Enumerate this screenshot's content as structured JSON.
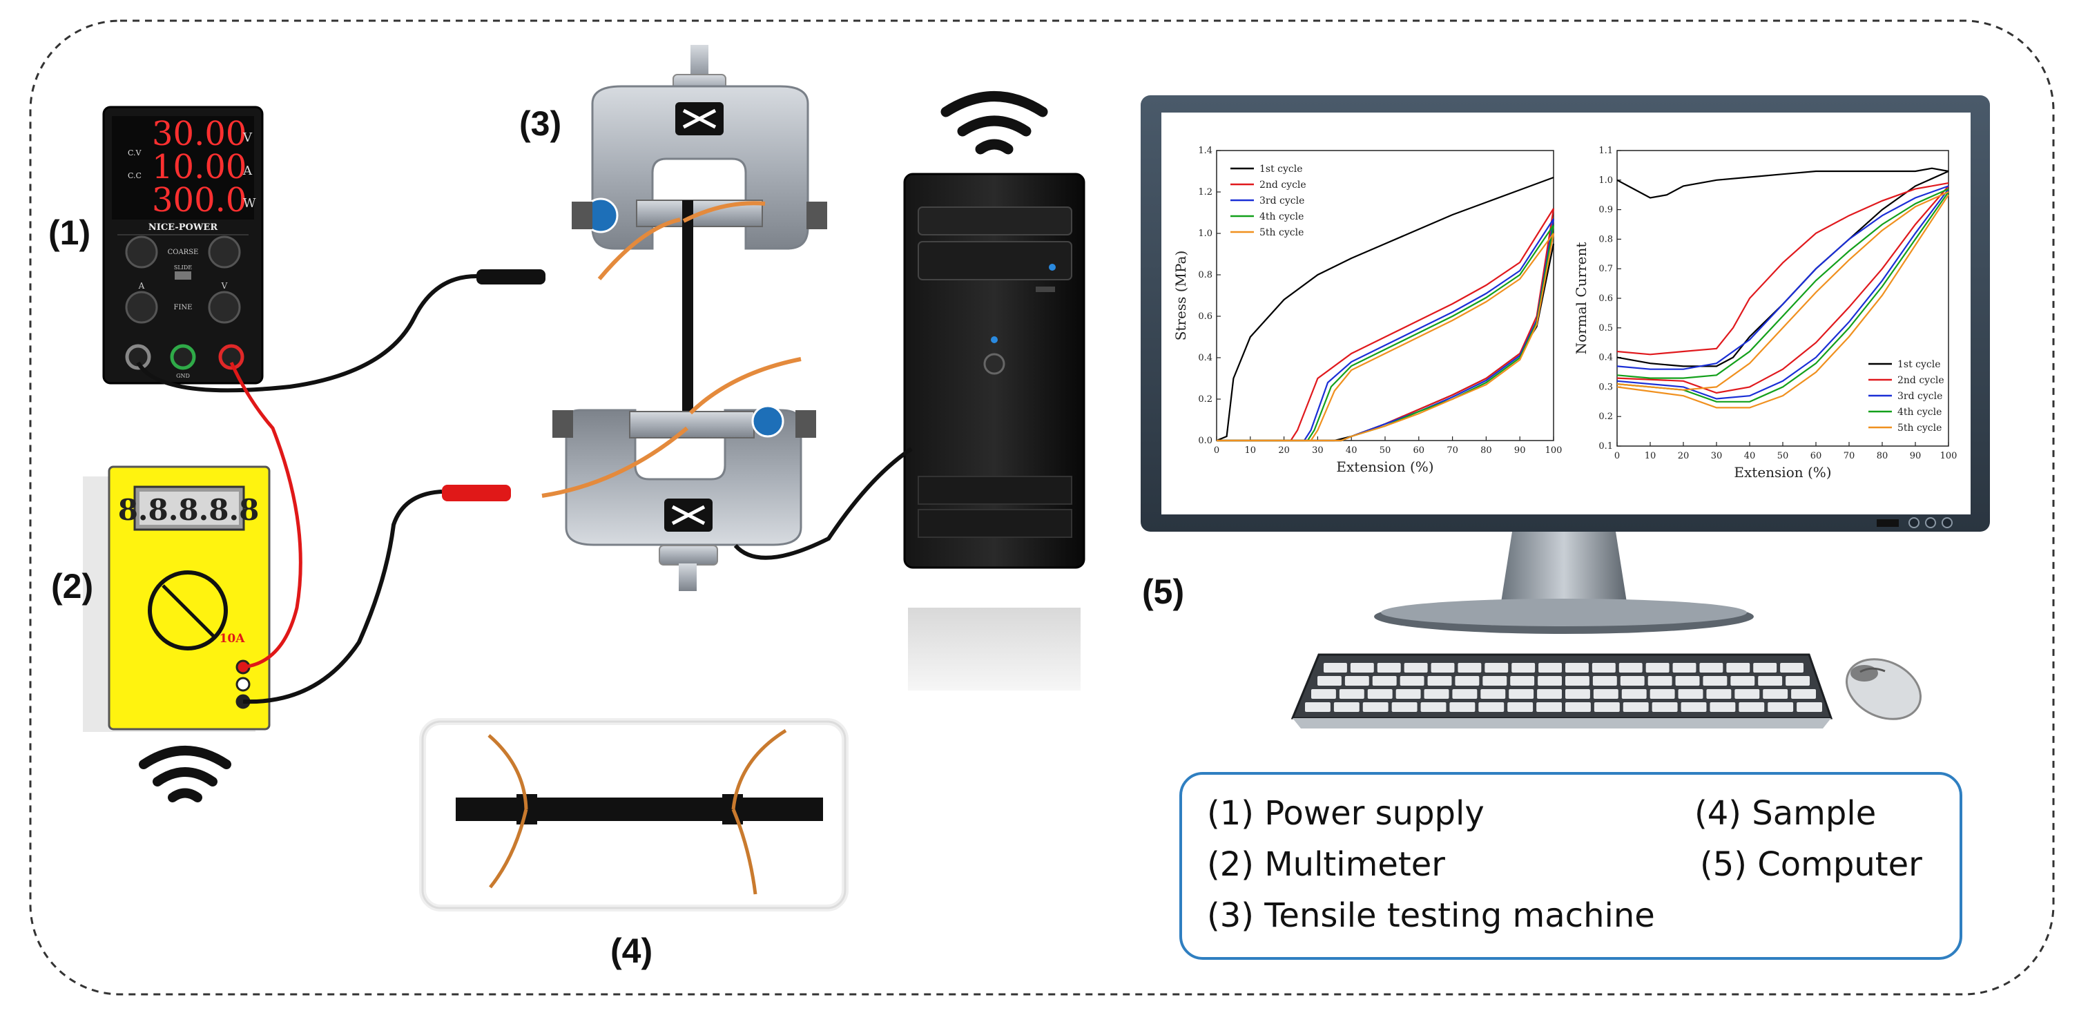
{
  "labels": {
    "power_supply": "(1)",
    "multimeter": "(2)",
    "tensile_machine": "(3)",
    "sample": "(4)",
    "computer": "(5)"
  },
  "power_supply": {
    "readouts": [
      {
        "value": "30.00",
        "unit": "V",
        "tag": "C.V"
      },
      {
        "value": "10.00",
        "unit": "A",
        "tag": "C.C"
      },
      {
        "value": "300.0",
        "unit": "W",
        "tag": ""
      }
    ],
    "brand": "NICE-POWER",
    "coarse_label": "COARSE",
    "fine_label": "FINE",
    "knob_left_label": "A",
    "knob_right_label": "V",
    "switch_label": "SLIDE",
    "gnd_label": "GND"
  },
  "multimeter": {
    "display": "8.8.8.8.8",
    "port_label": "10A"
  },
  "legend": {
    "items": [
      "(1) Power supply",
      "(4) Sample",
      "(2) Multimeter",
      "(5) Computer",
      "(3) Tensile testing machine"
    ]
  },
  "chart_data": [
    {
      "type": "line",
      "xlabel": "Extension (%)",
      "ylabel": "Stress (MPa)",
      "xlim": [
        0,
        100
      ],
      "ylim": [
        0,
        1.4
      ],
      "xticks": [
        0,
        10,
        20,
        30,
        40,
        50,
        60,
        70,
        80,
        90,
        100
      ],
      "yticks": [
        0.0,
        0.2,
        0.4,
        0.6,
        0.8,
        1.0,
        1.2,
        1.4
      ],
      "legend_position": "top-left",
      "series": [
        {
          "name": "1st cycle",
          "color": "#000000",
          "loading": {
            "x": [
              0,
              3,
              5,
              10,
              20,
              30,
              40,
              50,
              60,
              70,
              80,
              90,
              100
            ],
            "y": [
              0.0,
              0.02,
              0.3,
              0.5,
              0.68,
              0.8,
              0.88,
              0.95,
              1.02,
              1.09,
              1.15,
              1.21,
              1.27
            ]
          },
          "unloading": {
            "x": [
              100,
              95,
              90,
              80,
              70,
              60,
              50,
              40,
              35,
              0
            ],
            "y": [
              0.95,
              0.55,
              0.42,
              0.3,
              0.22,
              0.15,
              0.08,
              0.02,
              0.0,
              0.0
            ]
          }
        },
        {
          "name": "2nd cycle",
          "color": "#e0191d",
          "loading": {
            "x": [
              0,
              22,
              24,
              30,
              40,
              50,
              60,
              70,
              80,
              90,
              100
            ],
            "y": [
              0.0,
              0.0,
              0.05,
              0.3,
              0.42,
              0.5,
              0.58,
              0.66,
              0.75,
              0.86,
              1.12
            ]
          },
          "unloading": {
            "x": [
              100,
              95,
              90,
              80,
              70,
              60,
              50,
              40,
              37,
              0
            ],
            "y": [
              1.12,
              0.6,
              0.42,
              0.3,
              0.22,
              0.15,
              0.08,
              0.02,
              0.0,
              0.0
            ]
          }
        },
        {
          "name": "3rd cycle",
          "color": "#1a2fd6",
          "loading": {
            "x": [
              0,
              26,
              28,
              33,
              40,
              50,
              60,
              70,
              80,
              90,
              100
            ],
            "y": [
              0.0,
              0.0,
              0.05,
              0.28,
              0.38,
              0.46,
              0.54,
              0.62,
              0.71,
              0.82,
              1.07
            ]
          },
          "unloading": {
            "x": [
              100,
              95,
              90,
              80,
              70,
              60,
              50,
              40,
              37,
              0
            ],
            "y": [
              1.07,
              0.58,
              0.41,
              0.29,
              0.21,
              0.14,
              0.08,
              0.02,
              0.0,
              0.0
            ]
          }
        },
        {
          "name": "4th cycle",
          "color": "#13a01b",
          "loading": {
            "x": [
              0,
              27,
              29,
              34,
              40,
              50,
              60,
              70,
              80,
              90,
              100
            ],
            "y": [
              0.0,
              0.0,
              0.05,
              0.26,
              0.36,
              0.44,
              0.52,
              0.6,
              0.69,
              0.8,
              1.04
            ]
          },
          "unloading": {
            "x": [
              100,
              95,
              90,
              80,
              70,
              60,
              50,
              40,
              37,
              0
            ],
            "y": [
              1.04,
              0.57,
              0.4,
              0.28,
              0.2,
              0.14,
              0.07,
              0.02,
              0.0,
              0.0
            ]
          }
        },
        {
          "name": "5th cycle",
          "color": "#f0901e",
          "loading": {
            "x": [
              0,
              28,
              30,
              35,
              40,
              50,
              60,
              70,
              80,
              90,
              100
            ],
            "y": [
              0.0,
              0.0,
              0.05,
              0.24,
              0.34,
              0.42,
              0.5,
              0.58,
              0.67,
              0.78,
              1.0
            ]
          },
          "unloading": {
            "x": [
              100,
              95,
              90,
              80,
              70,
              60,
              50,
              40,
              37,
              0
            ],
            "y": [
              1.0,
              0.56,
              0.39,
              0.27,
              0.2,
              0.13,
              0.07,
              0.02,
              0.0,
              0.0
            ]
          }
        }
      ]
    },
    {
      "type": "line",
      "xlabel": "Extension (%)",
      "ylabel": "Normal Current",
      "xlim": [
        0,
        100
      ],
      "ylim": [
        0.1,
        1.1
      ],
      "xticks": [
        0,
        10,
        20,
        30,
        40,
        50,
        60,
        70,
        80,
        90,
        100
      ],
      "yticks": [
        0.1,
        0.2,
        0.3,
        0.4,
        0.5,
        0.6,
        0.7,
        0.8,
        0.9,
        1.0,
        1.1
      ],
      "legend_position": "bottom-right",
      "series": [
        {
          "name": "1st cycle",
          "color": "#000000",
          "x": [
            0,
            5,
            10,
            15,
            20,
            30,
            40,
            50,
            60,
            70,
            80,
            90,
            95,
            100
          ],
          "y": [
            1.0,
            0.97,
            0.94,
            0.95,
            0.98,
            1.0,
            1.01,
            1.02,
            1.03,
            1.03,
            1.03,
            1.03,
            1.04,
            1.03
          ]
        },
        {
          "name": "1st cycle",
          "color": "#000000",
          "x": [
            0,
            10,
            20,
            30,
            35,
            40,
            50,
            60,
            70,
            80,
            90,
            100
          ],
          "y": [
            0.4,
            0.38,
            0.37,
            0.37,
            0.4,
            0.47,
            0.58,
            0.7,
            0.8,
            0.9,
            0.98,
            1.03
          ]
        },
        {
          "name": "2nd cycle",
          "color": "#e0191d",
          "x": [
            0,
            10,
            20,
            30,
            35,
            40,
            50,
            60,
            70,
            80,
            90,
            100
          ],
          "y": [
            0.42,
            0.41,
            0.42,
            0.43,
            0.5,
            0.6,
            0.72,
            0.82,
            0.88,
            0.93,
            0.97,
            0.99
          ]
        },
        {
          "name": "2nd cycle",
          "color": "#e0191d",
          "x": [
            0,
            20,
            30,
            40,
            50,
            60,
            70,
            80,
            90,
            100
          ],
          "y": [
            0.33,
            0.32,
            0.28,
            0.3,
            0.36,
            0.45,
            0.57,
            0.7,
            0.85,
            0.98
          ]
        },
        {
          "name": "3rd cycle",
          "color": "#1a2fd6",
          "x": [
            0,
            10,
            20,
            30,
            40,
            50,
            60,
            70,
            80,
            90,
            100
          ],
          "y": [
            0.37,
            0.36,
            0.36,
            0.38,
            0.46,
            0.58,
            0.7,
            0.8,
            0.88,
            0.94,
            0.98
          ]
        },
        {
          "name": "3rd cycle",
          "color": "#1a2fd6",
          "x": [
            0,
            20,
            30,
            40,
            50,
            60,
            70,
            80,
            90,
            100
          ],
          "y": [
            0.32,
            0.3,
            0.26,
            0.27,
            0.32,
            0.4,
            0.52,
            0.66,
            0.82,
            0.97
          ]
        },
        {
          "name": "4th cycle",
          "color": "#13a01b",
          "x": [
            0,
            10,
            20,
            30,
            40,
            50,
            60,
            70,
            80,
            90,
            100
          ],
          "y": [
            0.34,
            0.33,
            0.33,
            0.34,
            0.42,
            0.54,
            0.66,
            0.76,
            0.85,
            0.92,
            0.97
          ]
        },
        {
          "name": "4th cycle",
          "color": "#13a01b",
          "x": [
            0,
            20,
            30,
            40,
            50,
            60,
            70,
            80,
            90,
            100
          ],
          "y": [
            0.31,
            0.29,
            0.25,
            0.25,
            0.3,
            0.38,
            0.5,
            0.64,
            0.8,
            0.96
          ]
        },
        {
          "name": "5th cycle",
          "color": "#f0901e",
          "x": [
            0,
            10,
            20,
            30,
            40,
            50,
            60,
            70,
            80,
            90,
            100
          ],
          "y": [
            0.31,
            0.3,
            0.29,
            0.3,
            0.38,
            0.5,
            0.62,
            0.73,
            0.83,
            0.91,
            0.96
          ]
        },
        {
          "name": "5th cycle",
          "color": "#f0901e",
          "x": [
            0,
            20,
            30,
            40,
            50,
            60,
            70,
            80,
            90,
            100
          ],
          "y": [
            0.3,
            0.27,
            0.23,
            0.23,
            0.27,
            0.35,
            0.47,
            0.61,
            0.78,
            0.95
          ]
        }
      ],
      "legend": [
        "1st cycle",
        "2nd cycle",
        "3rd cycle",
        "4th cycle",
        "5th cycle"
      ]
    }
  ]
}
